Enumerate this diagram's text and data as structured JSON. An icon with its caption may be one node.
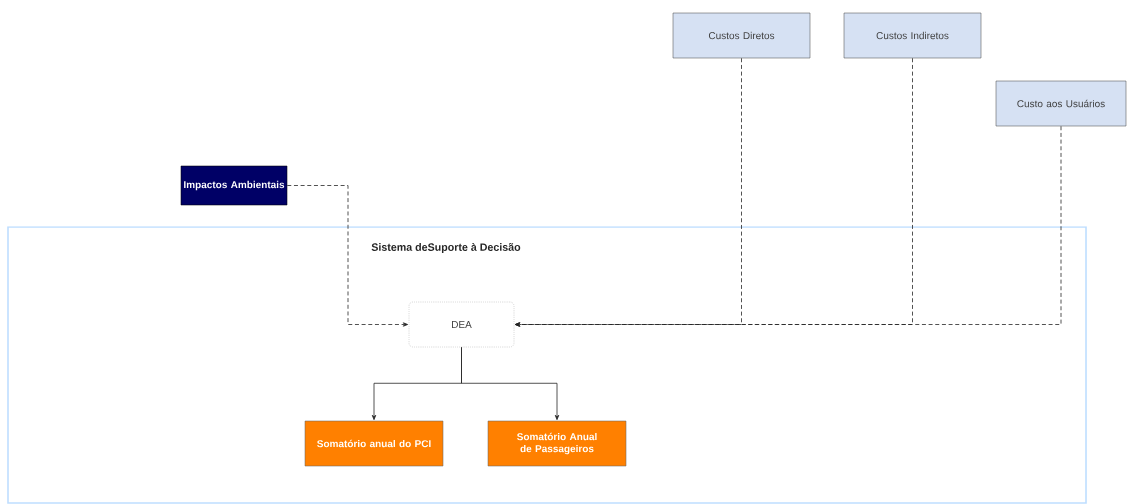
{
  "diagram": {
    "nodes": [
      {
        "text": [
          "Custos Diretos"
        ]
      },
      {
        "text": [
          "Custos Indiretos"
        ]
      },
      {
        "text": [
          "Custo aos Usuários"
        ]
      },
      {
        "text": [
          "Impactos Ambientais"
        ]
      },
      {
        "text": [
          "Sistema deSuporte à Decisão"
        ]
      },
      {
        "text": [
          "DEA"
        ],
        "in": 4
      },
      {
        "text": [
          "Somatório anual do PCI"
        ],
        "in": 4
      },
      {
        "text": [
          "Somatório Anual de Passageiros"
        ],
        "in": 4
      }
    ],
    "edges": [
      {
        "from": 3,
        "to": 5,
        "arrow": "to",
        "style": "dashed"
      },
      {
        "from": 0,
        "to": 5,
        "arrow": "to",
        "style": "dashed"
      },
      {
        "from": 1,
        "to": 5,
        "arrow": "to",
        "style": "dashed"
      },
      {
        "from": 2,
        "to": 5,
        "arrow": "to",
        "style": "dashed"
      },
      {
        "from": 5,
        "to": 6,
        "arrow": "to"
      },
      {
        "from": 5,
        "to": 7,
        "arrow": "to"
      }
    ]
  }
}
